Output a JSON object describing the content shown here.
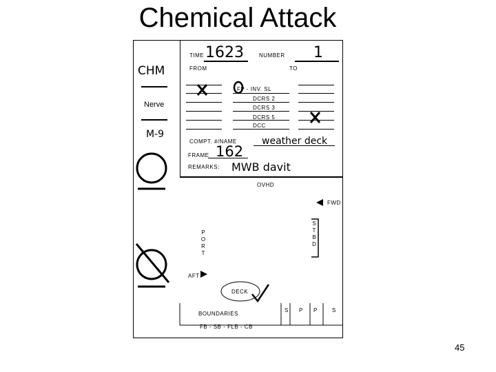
{
  "slide": {
    "title": "Chemical Attack",
    "page_number": "45"
  },
  "card": {
    "agent_code": "CHM",
    "agent_type": "Nerve",
    "agent_name": "M-9",
    "time_label": "TIME",
    "time_value": "1623",
    "number_label": "NUMBER",
    "number_value": "1",
    "from_label": "FROM",
    "to_label": "TO",
    "routing": [
      "FP - INV. SL",
      "DCRS 2",
      "DCRS 3",
      "DCRS 5",
      "DCC"
    ],
    "compt_label": "COMPT. #/NAME",
    "compt_value": "weather deck",
    "frame_label": "FRAME",
    "frame_value": "162",
    "remarks_label": "REMARKS:",
    "remarks_value": "MWB davit",
    "ovhd_label": "OVHD",
    "fwd_label": "FWD",
    "port_label": "P O R T",
    "stbd_label": "S T B D",
    "aft_label": "AFT",
    "deck_label": "DECK",
    "boundaries_label": "BOUNDARIES",
    "boundary_cols": [
      "S",
      "P",
      "P",
      "S"
    ],
    "boundary_types": "FB - SB - FLB - CB"
  }
}
